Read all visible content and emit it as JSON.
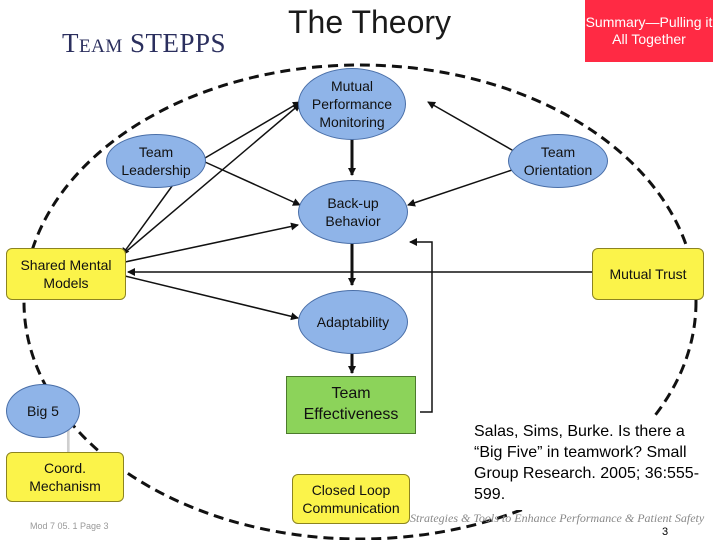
{
  "logo": "Team STEPPS",
  "title": "The Theory",
  "summary_box": "Summary—Pulling it All Together",
  "nodes": {
    "mutual_performance_monitoring": "Mutual Performance Monitoring",
    "team_leadership": "Team Leadership",
    "team_orientation": "Team Orientation",
    "backup_behavior": "Back-up Behavior",
    "shared_mental_models": "Shared Mental Models",
    "mutual_trust": "Mutual Trust",
    "adaptability": "Adaptability",
    "team_effectiveness": "Team Effectiveness",
    "big5": "Big 5",
    "coord_mechanism": "Coord. Mechanism",
    "closed_loop_communication": "Closed Loop Communication"
  },
  "citation": "Salas, Sims, Burke. Is there a “Big Five” in teamwork? Small Group Research. 2005; 36:555-599.",
  "footer": {
    "left": "Mod 7 05. 1  Page 3",
    "right": "Strategies & Tools to Enhance Performance & Patient Safety",
    "page_number": "3"
  },
  "colors": {
    "big_five_oval": "#8fb4e8",
    "coordinating_mechanism": "#fbf34a",
    "outcome": "#8cd35a",
    "summary": "#ff2a44"
  }
}
